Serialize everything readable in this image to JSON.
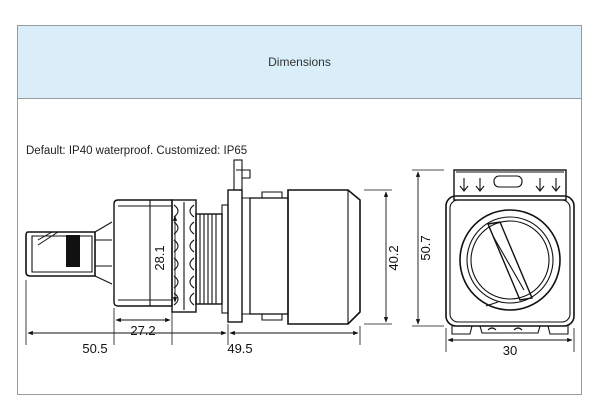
{
  "header": {
    "title": "Dimensions"
  },
  "note": "Default: IP40 waterproof. Customized: IP65",
  "dimensions": {
    "total_length": "50.5",
    "front_depth": "27.2",
    "rear_length": "49.5",
    "thread_dia": "28.1",
    "body_height": "40.2",
    "bezel_height": "50.7",
    "bezel_width": "30"
  },
  "colors": {
    "header_bg": "#d9eef8",
    "line": "#111111"
  }
}
